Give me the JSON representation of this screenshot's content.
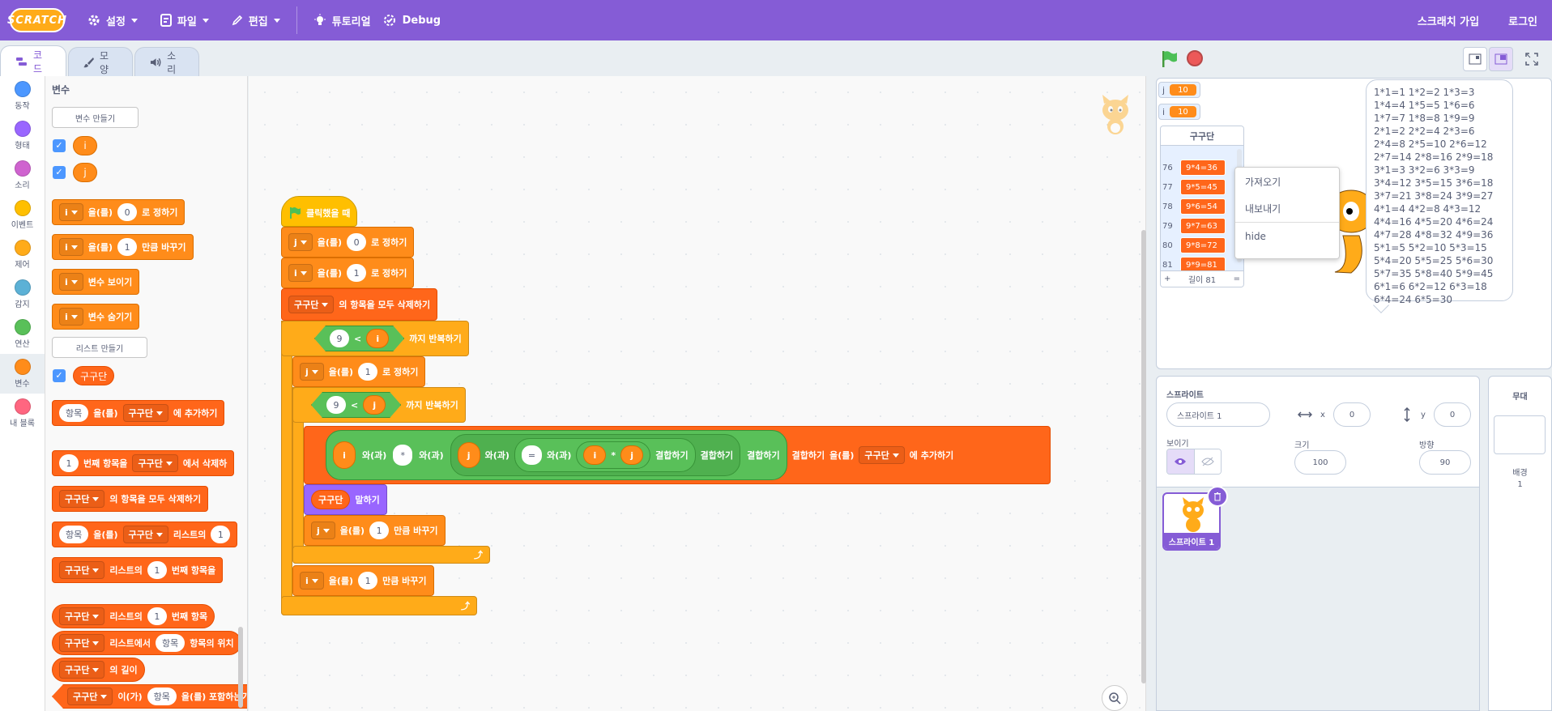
{
  "menubar": {
    "logo": "SCRATCH",
    "settings": "설정",
    "file": "파일",
    "edit": "편집",
    "tutorial": "튜토리얼",
    "debug": "Debug",
    "join": "스크래치 가입",
    "login": "로그인"
  },
  "tabs": {
    "code": "코드",
    "costumes": "모양",
    "sounds": "소리"
  },
  "categories": [
    {
      "label": "동작",
      "color": "#4c97ff"
    },
    {
      "label": "형태",
      "color": "#9966ff"
    },
    {
      "label": "소리",
      "color": "#cf63cf"
    },
    {
      "label": "이벤트",
      "color": "#ffbf00"
    },
    {
      "label": "제어",
      "color": "#ffab19"
    },
    {
      "label": "감지",
      "color": "#5cb1d6"
    },
    {
      "label": "연산",
      "color": "#59c059"
    },
    {
      "label": "변수",
      "color": "#ff8c1a"
    },
    {
      "label": "내 블록",
      "color": "#ff6680"
    }
  ],
  "palette": {
    "title": "변수",
    "make_var": "변수 만들기",
    "var_i": "i",
    "var_j": "j",
    "set_to": "을(를)",
    "set_tail": "로 정하기",
    "set_val": "0",
    "change_tail": "만큼 바꾸기",
    "change_val": "1",
    "show_var": "변수 보이기",
    "hide_var": "변수 숨기기",
    "make_list": "리스트 만들기",
    "list_name": "구구단",
    "item": "항목",
    "add_to": "에 추가하기",
    "delete_nth_pre": "번째 항목을",
    "delete_nth_tail": "에서 삭제하",
    "delete_all": "의 항목을 모두 삭제하기",
    "insert_mid": "리스트의",
    "nth_item": "번째 항목을",
    "nth_item_label": "번째 항목",
    "item_pos": "리스트에서",
    "item_pos_tail": "항목의 위치",
    "length": "의 길이",
    "contains": "이(가)",
    "contains_tail": "을(를) 포함하는가"
  },
  "script": {
    "hat": "클릭했을 때",
    "set": "을(를)",
    "set_tail": "로 정하기",
    "j": "j",
    "i": "i",
    "zero": "0",
    "one": "1",
    "nine": "9",
    "lt": "<",
    "list": "구구단",
    "delete_all": "의 항목을 모두 삭제하기",
    "repeat_until": "까지 반복하기",
    "and": "와(과)",
    "star": "*",
    "eq": "=",
    "join": "결합하기",
    "add_to": "에 추가하기",
    "say": "말하기",
    "change_tail": "만큼 바꾸기"
  },
  "stage": {
    "monitors": [
      {
        "name": "j",
        "value": "10"
      },
      {
        "name": "i",
        "value": "10"
      }
    ],
    "list_monitor": {
      "title": "구구단",
      "rows": [
        {
          "index": "76",
          "value": "9*4=36"
        },
        {
          "index": "77",
          "value": "9*5=45"
        },
        {
          "index": "78",
          "value": "9*6=54"
        },
        {
          "index": "79",
          "value": "9*7=63"
        },
        {
          "index": "80",
          "value": "9*8=72"
        },
        {
          "index": "81",
          "value": "9*9=81"
        }
      ],
      "plus": "+",
      "length": "길이 81",
      "eq": "="
    },
    "context_menu": [
      "가져오기",
      "내보내기",
      "hide"
    ],
    "bubble": "1*1=1 1*2=2 1*3=3 1*4=4 1*5=5 1*6=6 1*7=7 1*8=8 1*9=9 2*1=2 2*2=4 2*3=6 2*4=8 2*5=10 2*6=12 2*7=14 2*8=16 2*9=18 3*1=3 3*2=6 3*3=9 3*4=12 3*5=15 3*6=18 3*7=21 3*8=24 3*9=27 4*1=4 4*2=8 4*3=12 4*4=16 4*5=20 4*6=24 4*7=28 4*8=32 4*9=36 5*1=5 5*2=10 5*3=15 5*4=20 5*5=25 5*6=30 5*7=35 5*8=40 5*9=45 6*1=6 6*2=12 6*3=18 6*4=24 6*5=30"
  },
  "sprite_info": {
    "sprite_label": "스프라이트",
    "sprite_name": "스프라이트 1",
    "x_label": "x",
    "x": "0",
    "y_label": "y",
    "y": "0",
    "show_label": "보이기",
    "size_label": "크기",
    "size": "100",
    "dir_label": "방향",
    "direction": "90"
  },
  "sprite_list": {
    "name": "스프라이트 1"
  },
  "stage_panel": {
    "title": "무대",
    "backdrop_label": "배경",
    "backdrop_count": "1"
  }
}
